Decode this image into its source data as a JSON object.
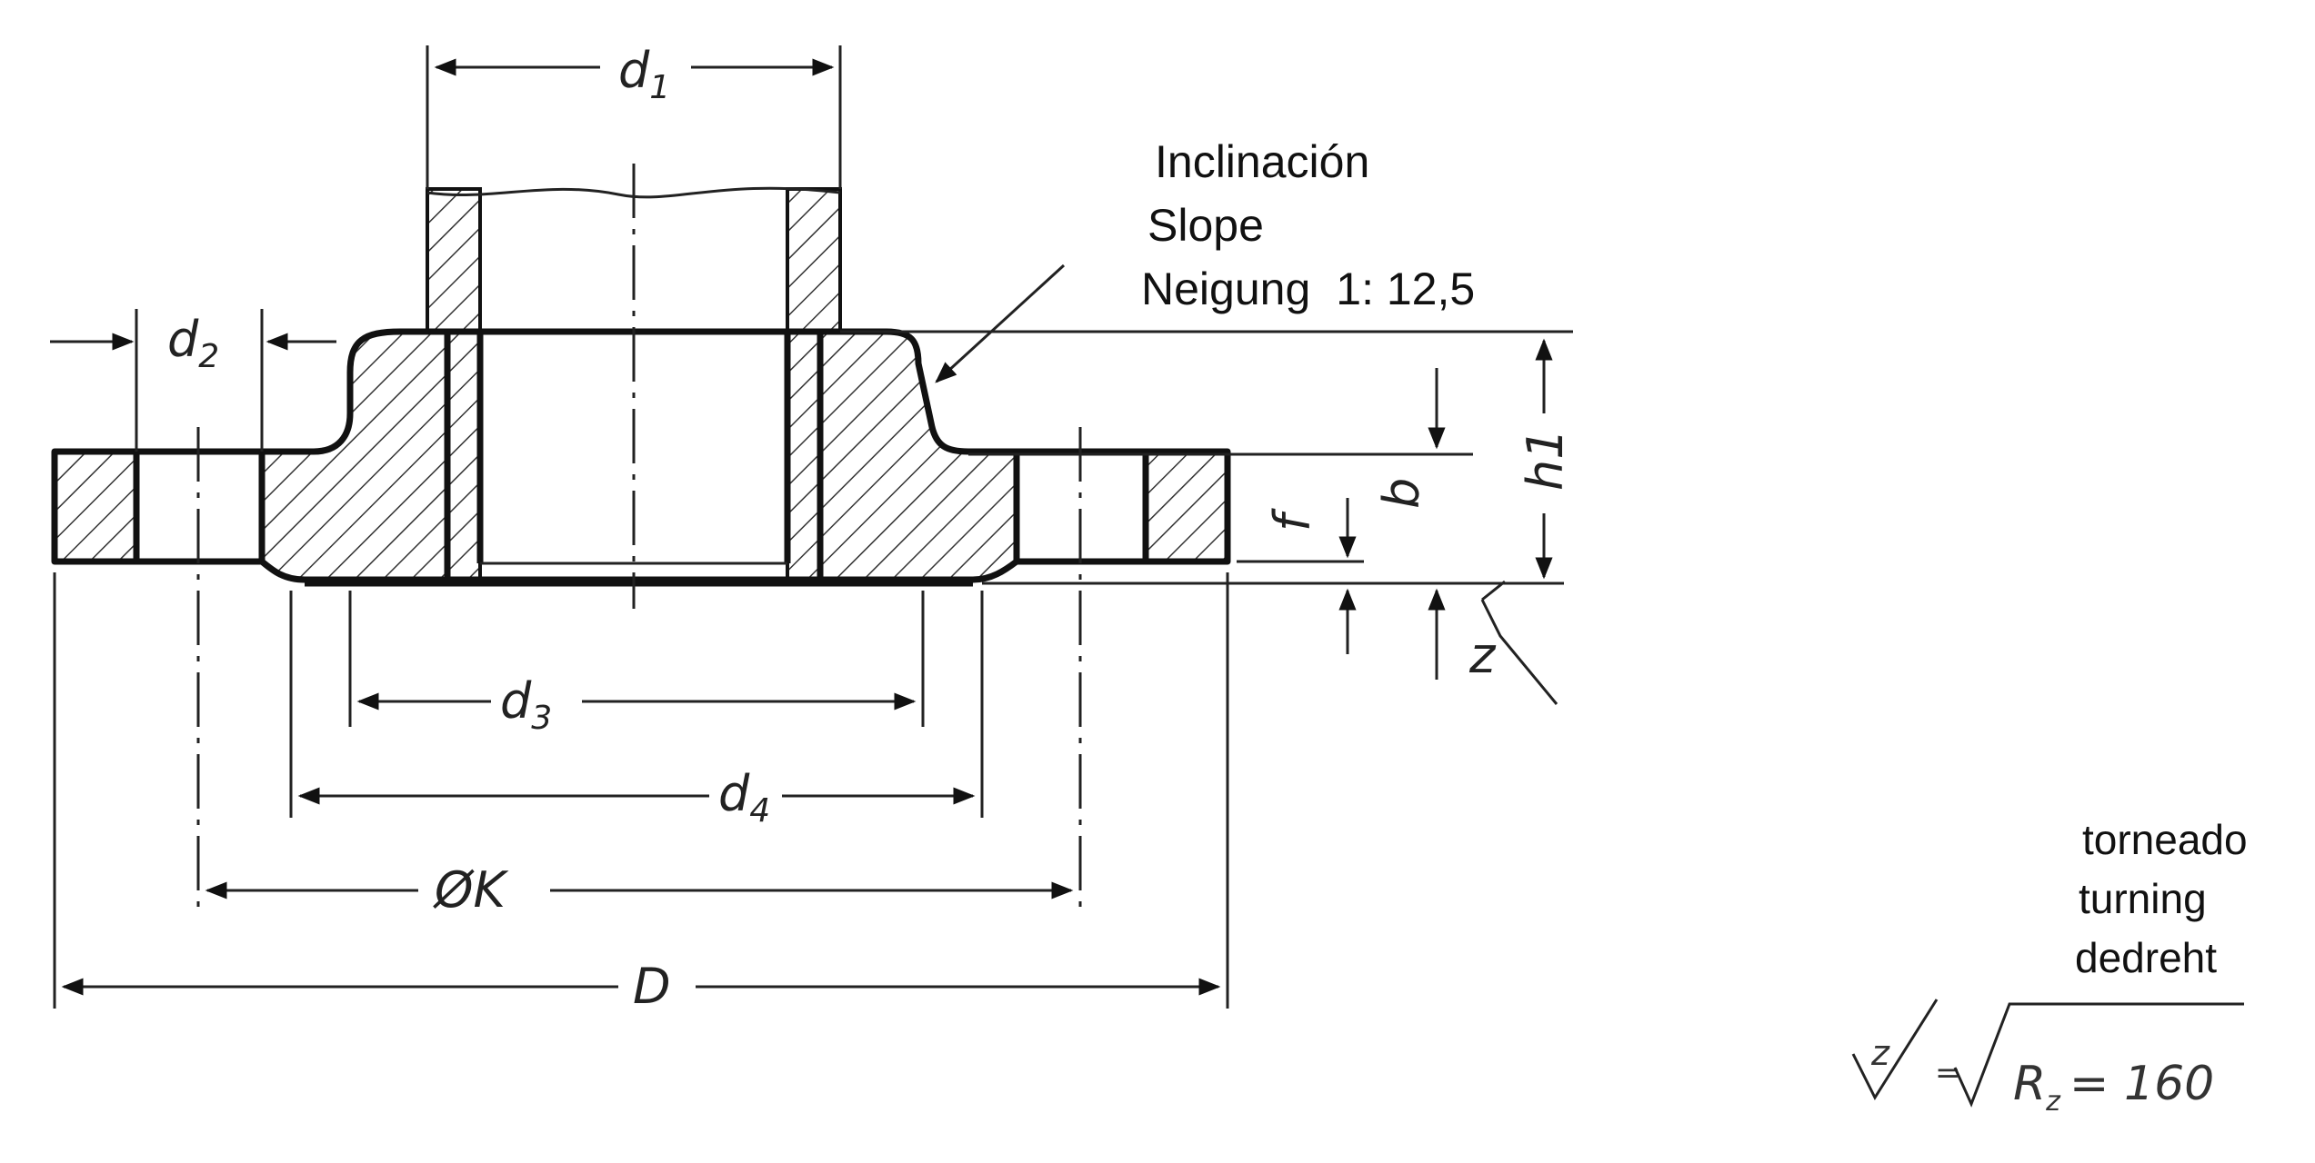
{
  "dimensions": {
    "d1": {
      "main": "d",
      "sub": "1"
    },
    "d2": {
      "main": "d",
      "sub": "2"
    },
    "d3": {
      "main": "d",
      "sub": "3"
    },
    "d4": {
      "main": "d",
      "sub": "4"
    },
    "K": "ØK",
    "D": "D",
    "f": "f",
    "b": "b",
    "h1": "h1",
    "z": "z"
  },
  "slope_note": {
    "es": "Inclinación",
    "en": "Slope",
    "de": "Neigung",
    "ratio": "1: 12,5"
  },
  "finish_note": {
    "es": "torneado",
    "en": "turning",
    "de": "dedreht",
    "z_symbol": "z",
    "equals": "=",
    "roughness_label": "R",
    "roughness_sub": "z",
    "roughness_value": "= 160"
  }
}
